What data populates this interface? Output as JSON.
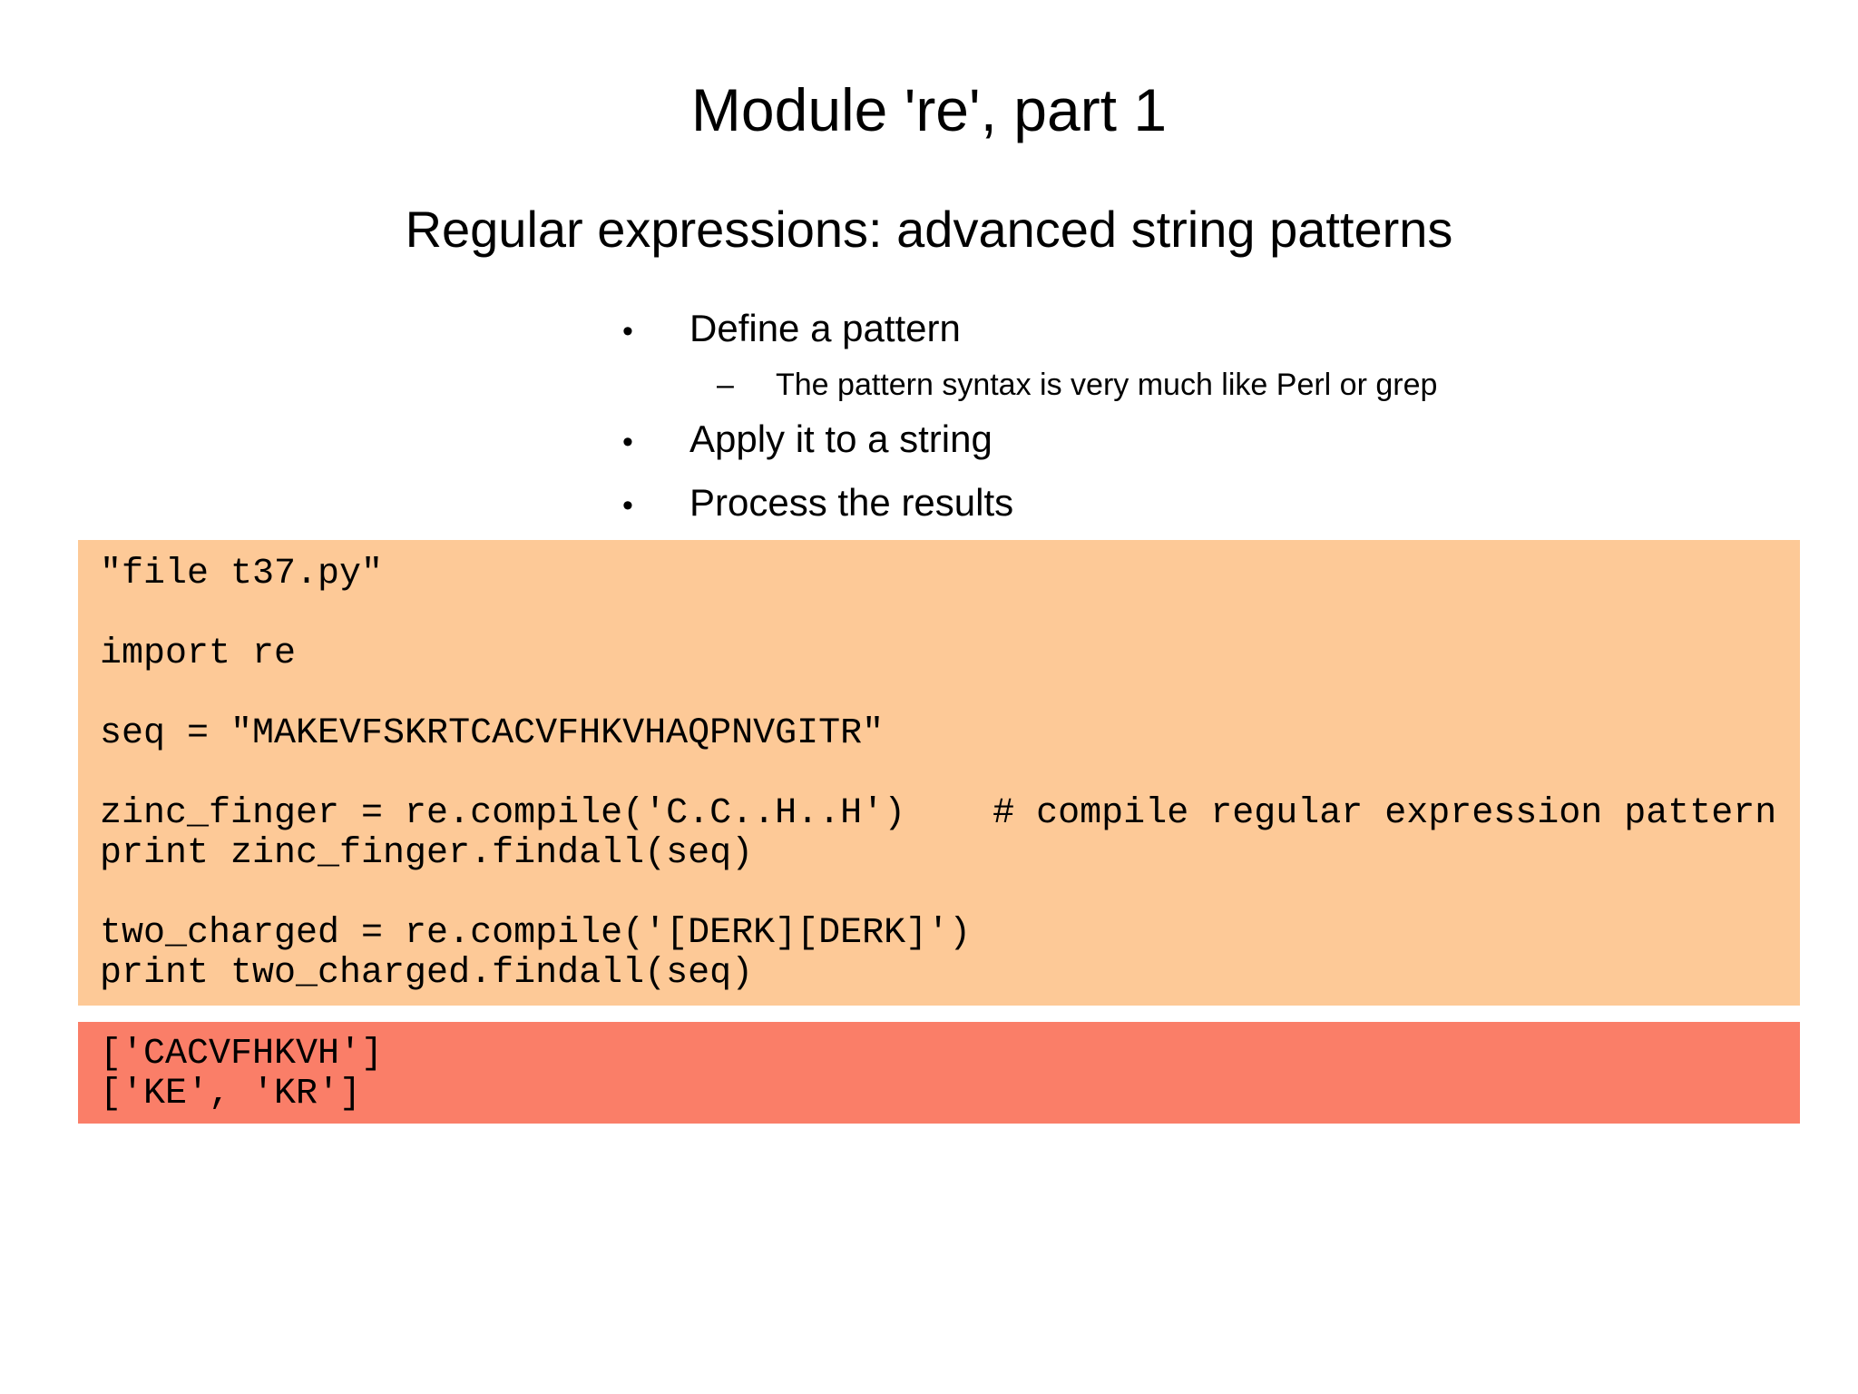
{
  "slide": {
    "title": "Module 're', part 1",
    "subtitle": "Regular expressions: advanced string patterns",
    "bullets": [
      {
        "level": 1,
        "marker": "•",
        "text": "Define a pattern"
      },
      {
        "level": 2,
        "marker": "–",
        "text": "The pattern syntax is very much like Perl or grep"
      },
      {
        "level": 1,
        "marker": "•",
        "text": "Apply it to a string"
      },
      {
        "level": 1,
        "marker": "•",
        "text": "Process the results"
      }
    ],
    "code_block": {
      "background": "#FDC997",
      "text_color": "#000000",
      "lines": [
        "\"file t37.py\"",
        "",
        "import re",
        "",
        "seq = \"MAKEVFSKRTCACVFHKVHAQPNVGITR\"",
        "",
        "zinc_finger = re.compile('C.C..H..H')    # compile regular expression pattern",
        "print zinc_finger.findall(seq)",
        "",
        "two_charged = re.compile('[DERK][DERK]')",
        "print two_charged.findall(seq)"
      ]
    },
    "output_block": {
      "background": "#FA7E68",
      "text_color": "#000000",
      "lines": [
        "['CACVFHKVH']",
        "['KE', 'KR']"
      ]
    }
  }
}
